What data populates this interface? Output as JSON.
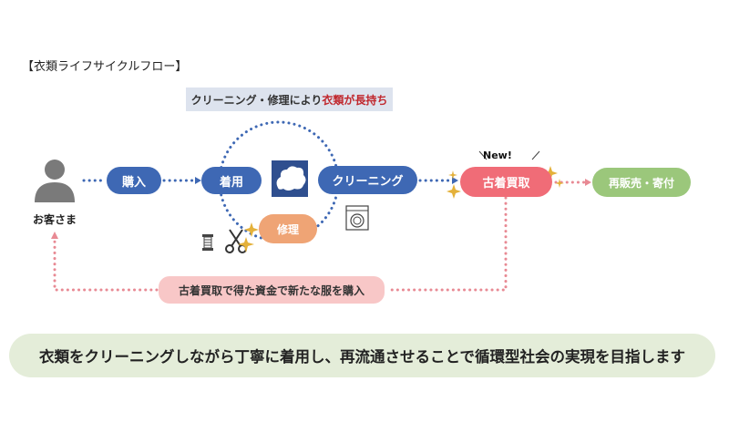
{
  "section_title": "【衣類ライフサイクルフロー】",
  "banner": {
    "prefix": "クリーニング・修理により",
    "emphasis": "衣類が長持ち",
    "emphasis_color": "#c0272d"
  },
  "nodes": {
    "customer": "お客さま",
    "buy": "購入",
    "wear": "着用",
    "cleaning": "クリーニング",
    "repair": "修理",
    "buyback": "古着買取",
    "resale": "再販売・寄付"
  },
  "new_badge": "New!",
  "loop_label": "古着買取で得た資金で新たな服を購入",
  "footer_text": "衣類をクリーニングしながら丁寧に着用し、再流通させることで循環型社会の実現を目指します",
  "icons": {
    "customer": "person-icon",
    "fabric": "cloth-icon",
    "washer": "washing-machine-icon",
    "thread": "thread-spool-icon",
    "scissors": "scissors-icon",
    "sparkle": "sparkle-icon"
  },
  "colors": {
    "blue": "#3e68b4",
    "orange": "#efa475",
    "red": "#f06c77",
    "green": "#9bc77b",
    "pink_dots": "#e88a94",
    "gold": "#e4b13a"
  }
}
